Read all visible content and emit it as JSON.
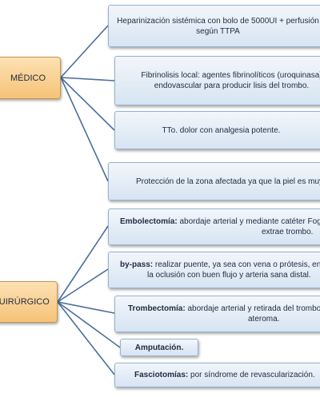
{
  "categories": {
    "medico": "MÉDICO",
    "quirurgico": "QUIRÚRGICO"
  },
  "medico_items": [
    {
      "line1": "Heparinización sistémica con bolo de 5000UI + perfusión",
      "line2": "según TTPA"
    },
    {
      "line1": "Fibrinolisis local: agentes fibrinolíticos (uroquinasa)",
      "line2": "endovascular para producir lisis del trombo."
    },
    {
      "line1": "TTo. dolor con analgesia potente."
    },
    {
      "line1": "Protección de la zona afectada ya que la piel es muy"
    }
  ],
  "quirurgico_items": [
    {
      "bold": "Embolectomía:",
      "line1": " abordaje arterial y mediante catéter Fogarty",
      "line2": "extrae trombo."
    },
    {
      "bold": "by-pass:",
      "line1": " realizar puente, ya sea con vena o prótesis, entre",
      "line2": "la oclusión con buen flujo y arteria sana distal."
    },
    {
      "bold": "Trombectomía:",
      "line1": "  abordaje arterial y retirada del trombo y",
      "line2": "ateroma."
    },
    {
      "bold": "Amputación."
    },
    {
      "bold": "Fasciotomías:",
      "line1": " por síndrome de revascularización."
    }
  ]
}
